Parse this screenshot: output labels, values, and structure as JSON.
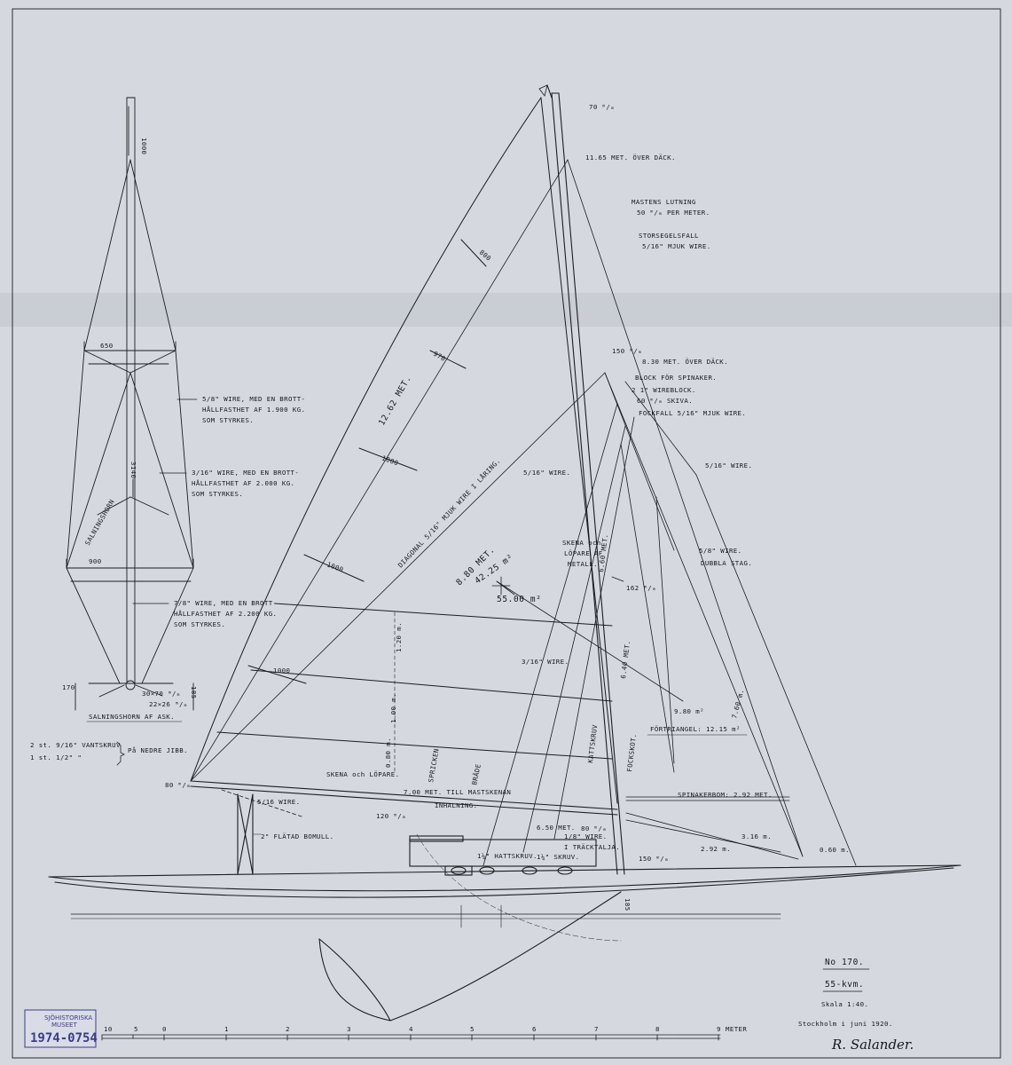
{
  "sail_plan": {
    "ref_no": "No 170.",
    "class_name": "55-kvm.",
    "scale": "Skala 1:40.",
    "place_date": "Stockholm i juni 1920.",
    "signature": "R. Salander.",
    "archive_stamp": {
      "line1": "SJÖHISTORISKA",
      "line2": "MUSEET",
      "number": "1974-0754"
    },
    "scale_bar": {
      "labels": [
        "10",
        "5",
        "0",
        "1",
        "2",
        "3",
        "4",
        "5",
        "6",
        "7",
        "8",
        "9",
        "METER"
      ]
    }
  },
  "mast_detail": {
    "top_length": "1000",
    "upper_spreader": "650",
    "lower_spreader": "900",
    "mast_height": "3140",
    "spreader_word": "SALNINGSHORN",
    "note_1": [
      "5/8\" WIRE, MED EN BROTT-",
      "HÅLLFASTHET AF 1.900 KG.",
      "SOM STYRKES."
    ],
    "note_2": [
      "3/16\" WIRE, MED EN BROTT-",
      "HÅLLFASTHET AF 2.000 KG.",
      "SOM STYRKES."
    ],
    "note_3": [
      "7/8\" WIRE, MED EN BROTT-",
      "HÅLLFASTHET AF 2.200 KG.",
      "SOM STYRKES."
    ],
    "dim_170": "170",
    "dim_30x70": "30×70 ᵐ/ₘ",
    "dim_22x26": "22×26 ᵐ/ₘ",
    "dim_185": "185",
    "caption": "SALNINGSHORN AF ASK.",
    "vantskruv_1": "2 st. 9/16\" VANTSKRUV",
    "vantskruv_2": "1 st. 1/2\"       \"",
    "vantskruv_3": "På NEDRE JIBB."
  },
  "rig_labels": {
    "masthead": "70 ᵐ/ₘ",
    "height_1165": "11.65 MET. ÖVER DÄCK.",
    "mast_rake_1": "MASTENS LUTNING",
    "mast_rake_2": "50 ᵐ/ₘ PER METER.",
    "halyard_1": "STORSEGELSFALL",
    "halyard_2": "5/16\" MJUK WIRE.",
    "dim_150_top": "150 ᵐ/ₘ",
    "height_830": "8.30 MET. ÖVER DÄCK.",
    "block": "BLOCK FÖR SPINAKER.",
    "wire_block": "2 1\" WIREBLOCK.",
    "wire_block_2": "60 ᵐ/ₘ SKIVA.",
    "fock_fall": "FOCKFALL 5/16\" MJUK WIRE.",
    "wire_716": "5/16\" WIRE.",
    "wire_58": "5/8\" WIRE.",
    "dubbla": "DUBBLA STAG.",
    "dim_162": "162 ᵐ/ₘ",
    "skena_1": "SKENA och",
    "skena_2": "LÖPARE AF",
    "skena_3": "METALL.",
    "height_640": "6.40 MET.",
    "height_660": "6.60 MET.",
    "height_760": "7.60 m.",
    "sail_980": "9.80 m²",
    "fortriangel": "FÖRTRIANGEL: 12.15 m²",
    "spinakerbom": "SPINAKERBOM: 2.92 MET.",
    "dim_316": "3.16 m.",
    "dim_292": "2.92 m.",
    "dim_060": "0.60 m.",
    "dim_150_deck": "150 ᵐ/ₘ",
    "dim_650": "6.50 MET.",
    "dim_80": "80 ᵐ/ₘ",
    "wire_18": "1/8\" WIRE.",
    "trackt": "I TRÄCKTALJA.",
    "hattskruv": "1¼\" HATTSKRUV.",
    "hattskruv_2": "1¼\" SKRUV.",
    "sprick": "SPRICKEN",
    "brade": "BRÄDE",
    "kattskruv": "KATTSKRUV",
    "mast_sheet": "FOCKSKOT.",
    "dim_185_post": "185"
  },
  "mainsail_labels": {
    "batten_top": "800",
    "batten_2": "970",
    "batten_3": "1000",
    "batten_4": "1000",
    "batten_5": "1000",
    "luff": "12.62 MET.",
    "leech": "8.80 MET.",
    "area_main": "42.25 m²",
    "area_total": "55.00 m²",
    "wire_314": "3/16\" WIRE.",
    "wire_516": "5/16\" WIRE.",
    "fall_wire": "DIAGONAL 5/16\" MJUK WIRE I LÅRING.",
    "dim_120": "1.20 m.",
    "dim_100": "1.00 m.",
    "dim_080": "0.80 m.",
    "skena_boom": "SKENA och LÖPARE.",
    "boom_len": "7.00 MET. TILL MASTSKENAN",
    "inhal": "INHALNING.",
    "dim_120mm": "120 ᵐ/ₘ",
    "dim_80mm": "80 ᵐ/ₘ",
    "wire_516b": "5/16 WIRE.",
    "flatad": "2\" FLÄTAD BOMULL."
  }
}
